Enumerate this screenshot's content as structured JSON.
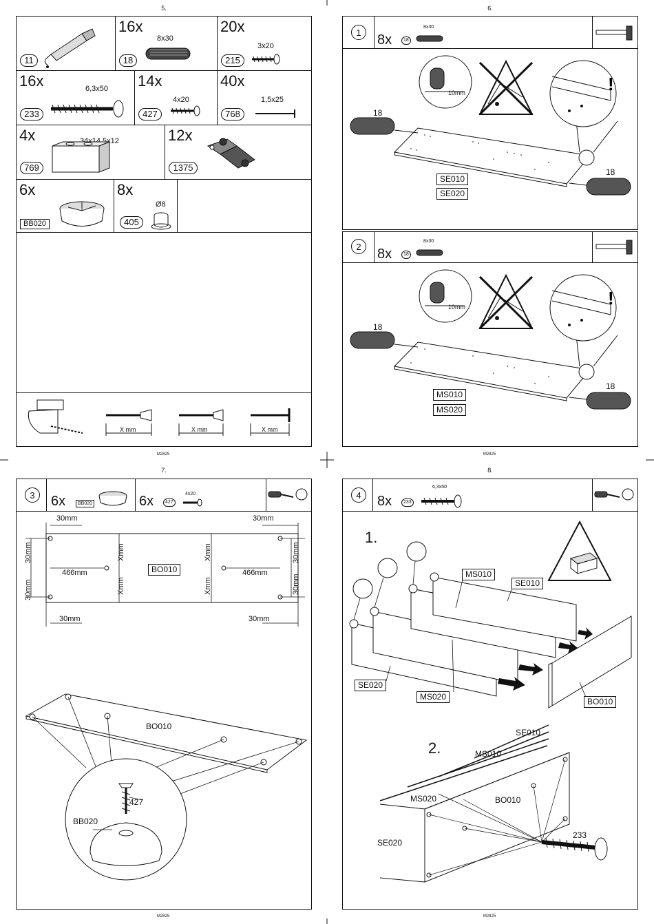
{
  "footer_code": "M2825",
  "page5": {
    "number": "5.",
    "parts": [
      {
        "id": "11",
        "qty": "",
        "size": ""
      },
      {
        "id": "18",
        "qty": "16x",
        "size": "8x30"
      },
      {
        "id": "215",
        "qty": "20x",
        "size": "3x20"
      },
      {
        "id": "233",
        "qty": "16x",
        "size": "6,3x50"
      },
      {
        "id": "427",
        "qty": "14x",
        "size": "4x20"
      },
      {
        "id": "768",
        "qty": "40x",
        "size": "1,5x25"
      },
      {
        "id": "769",
        "qty": "4x",
        "size": "34x14,5x12"
      },
      {
        "id": "1375",
        "qty": "12x",
        "size": ""
      },
      {
        "id": "BB020",
        "qty": "6x",
        "size": ""
      },
      {
        "id": "405",
        "qty": "8x",
        "size": "Ø8"
      }
    ],
    "gauge_labels": [
      "X mm",
      "X mm",
      "X mm"
    ]
  },
  "page6": {
    "number": "6.",
    "step1": {
      "num": "1",
      "qty": "8x",
      "part": "18",
      "size": "8x30",
      "depth": "10mm",
      "dowel_label": "18",
      "panels": [
        "SE010",
        "SE020"
      ]
    },
    "step2": {
      "num": "2",
      "qty": "8x",
      "part": "18",
      "size": "8x30",
      "depth": "10mm",
      "dowel_label": "18",
      "panels": [
        "MS010",
        "MS020"
      ]
    }
  },
  "page7": {
    "number": "7.",
    "step": {
      "num": "3",
      "qty1": "6x",
      "part1": "BB020",
      "qty2": "6x",
      "part2": "427",
      "size2": "4x20"
    },
    "dims": {
      "edge": "30mm",
      "mid": "466mm",
      "x": "Xmm"
    },
    "panel": "BO010",
    "screw": "427",
    "foot": "BB020"
  },
  "page8": {
    "number": "8.",
    "step": {
      "num": "4",
      "qty": "8x",
      "part": "233",
      "size": "6,3x50"
    },
    "sub1": "1.",
    "sub2": "2.",
    "labels1": [
      "MS010",
      "SE010",
      "SE020",
      "MS020",
      "BO010"
    ],
    "labels2": [
      "SE010",
      "MS010",
      "MS020",
      "BO010",
      "SE020"
    ],
    "screw": "233"
  }
}
